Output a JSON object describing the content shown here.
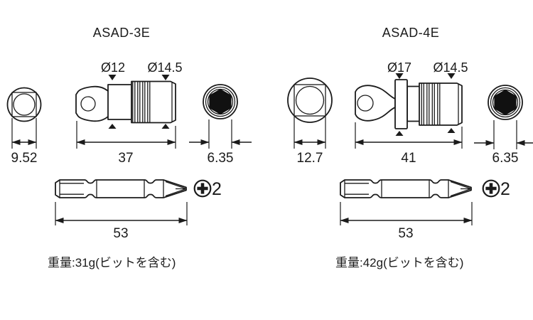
{
  "colors": {
    "line": "#1b1b1b",
    "background": "#ffffff",
    "hex_fill": "#111111"
  },
  "icons": {
    "phillips_icon": "⊕"
  },
  "products": [
    {
      "title": "ASAD-3E",
      "square_drive_dim": "9.52",
      "diameter_label_front": "Ø12",
      "diameter_label_rear": "Ø14.5",
      "overall_length_dim": "37",
      "hex_socket_dim": "6.35",
      "bit_length_dim": "53",
      "bit_tip_size": "2",
      "weight_text": "重量:31g(ビットを含む)"
    },
    {
      "title": "ASAD-4E",
      "square_drive_dim": "12.7",
      "diameter_label_front": "Ø17",
      "diameter_label_rear": "Ø14.5",
      "overall_length_dim": "41",
      "hex_socket_dim": "6.35",
      "bit_length_dim": "53",
      "bit_tip_size": "2",
      "weight_text": "重量:42g(ビットを含む)"
    }
  ]
}
